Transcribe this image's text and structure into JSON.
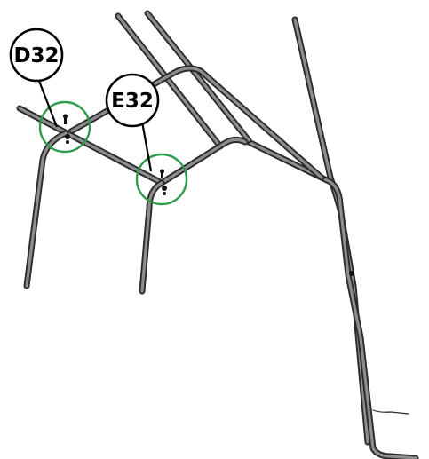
{
  "callouts": [
    {
      "id": "D32",
      "label": "D32"
    },
    {
      "id": "E32",
      "label": "E32"
    }
  ],
  "colors": {
    "tube_outline": "#2b2b2b",
    "tube_highlight": "#8d8d8d",
    "highlight_ring": "#2e9a4c",
    "callout_stroke": "#000000"
  }
}
